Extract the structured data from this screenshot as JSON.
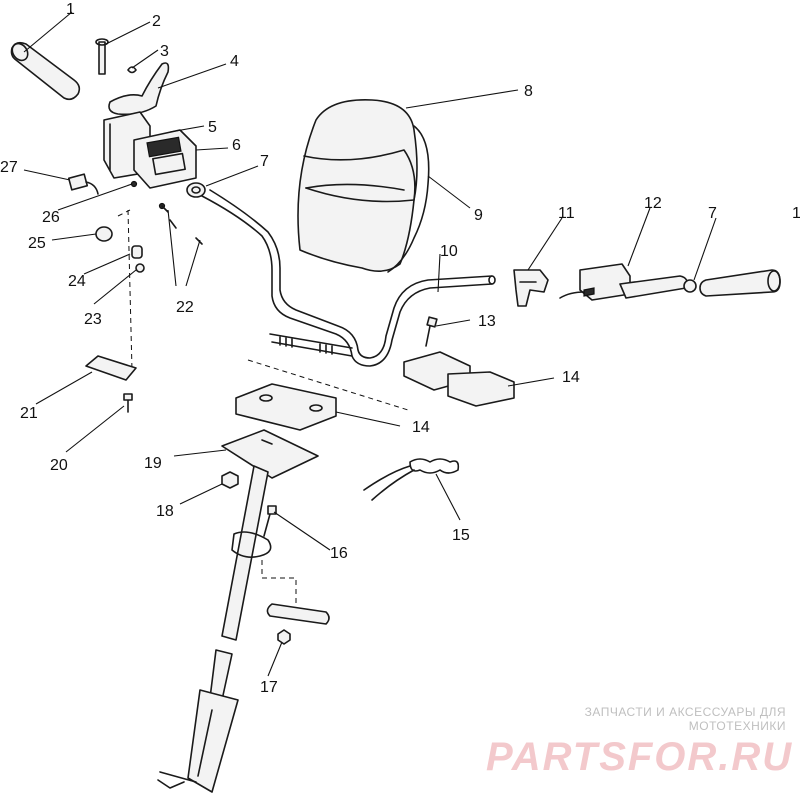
{
  "diagram": {
    "callouts": [
      "1",
      "2",
      "3",
      "4",
      "5",
      "6",
      "7",
      "8",
      "9",
      "10",
      "11",
      "12",
      "7",
      "1",
      "27",
      "26",
      "25",
      "24",
      "23",
      "22",
      "21",
      "20",
      "19",
      "18",
      "13",
      "14",
      "14",
      "15",
      "16",
      "17"
    ]
  },
  "watermark": {
    "tagline": "ЗАПЧАСТИ И АКСЕССУАРЫ ДЛЯ МОТОТЕХНИКИ",
    "brand": "PARTSFOR.RU"
  },
  "colors": {
    "line": "#1a1a1a",
    "watermark_brand": "#f3c9cc",
    "watermark_tag": "#bfbfbf"
  }
}
